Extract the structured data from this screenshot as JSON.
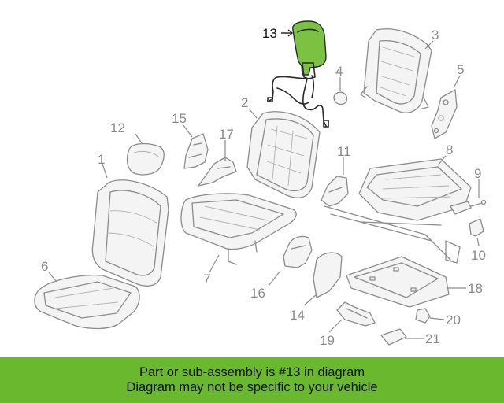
{
  "colors": {
    "highlight": "#7cc242",
    "banner": "#6ab82e",
    "part_line": "#8c8c8c",
    "callout_text": "#8a8a8a"
  },
  "diagram": {
    "highlighted_part": "13",
    "callouts": [
      "13",
      "3",
      "4",
      "5",
      "2",
      "15",
      "17",
      "12",
      "11",
      "8",
      "9",
      "1",
      "10",
      "7",
      "16",
      "18",
      "14",
      "20",
      "19",
      "21",
      "6"
    ]
  },
  "banner": {
    "line1": "Part or sub-assembly is #13 in diagram",
    "line2": "Diagram may not be specific to your vehicle"
  }
}
